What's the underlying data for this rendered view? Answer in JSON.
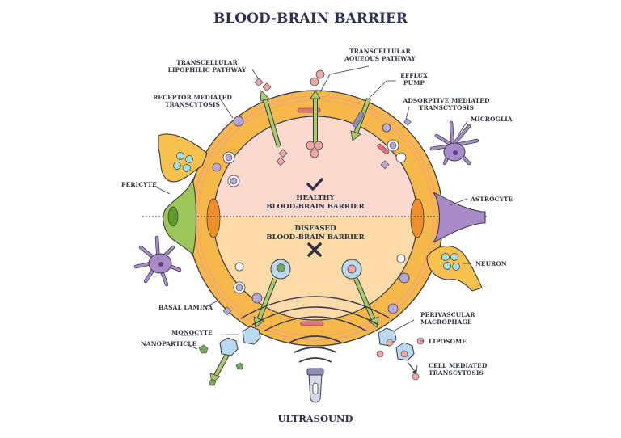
{
  "title": "BLOOD-BRAIN BARRIER",
  "center": {
    "healthy_line1": "HEALTHY",
    "healthy_line2": "BLOOD-BRAIN BARRIER",
    "diseased_line1": "DISEASED",
    "diseased_line2": "BLOOD-BRAIN BARRIER"
  },
  "labels": {
    "transcellular_lipophilic_1": "TRANSCELLULAR",
    "transcellular_lipophilic_2": "LIPOPHILIC PATHWAY",
    "transcellular_aqueous_1": "TRANSCELLULAR",
    "transcellular_aqueous_2": "AQUEOUS PATHWAY",
    "efflux_1": "EFFLUX",
    "efflux_2": "PUMP",
    "receptor_1": "RECEPTOR MEDIATED",
    "receptor_2": "TRANSCYTOSIS",
    "adsorptive_1": "ADSORPTIVE MEDIATED",
    "adsorptive_2": "TRANSCYTOSIS",
    "microglia": "MICROGLIA",
    "pericyte": "PERICYTE",
    "astrocyte": "ASTROCYTE",
    "neuron": "NEURON",
    "basal_lamina": "BASAL LAMINA",
    "perivascular_1": "PERIVASCULAR",
    "perivascular_2": "MACROPHAGE",
    "monocyte": "MONOCYTE",
    "nanoparticle": "NANOPARTICLE",
    "liposome": "LIPOSOME",
    "cell_mediated_1": "CELL MEDIATED",
    "cell_mediated_2": "TRANSCYTOSIS",
    "ultrasound": "ULTRASOUND"
  },
  "colors": {
    "outer_ring": "#f6b84b",
    "outer_ring_dark": "#e99a2a",
    "healthy_fill": "#fbd9cf",
    "diseased_fill": "#fcdba8",
    "basal_lamina": "#f7c7c4",
    "pericyte": "#9cc55a",
    "astrocyte": "#a98bc9",
    "neuron": "#f7c14d",
    "neuron_dot": "#9fe0e3",
    "arrow": "#a8cc68",
    "monocyte": "#b9d9ef",
    "particle": "#f2a7a4",
    "outline": "#3a3a4a"
  }
}
